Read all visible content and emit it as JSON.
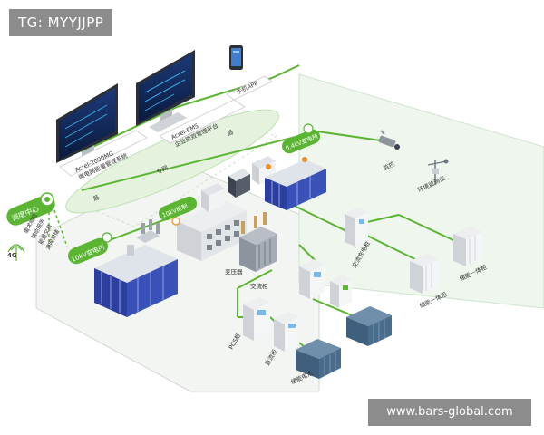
{
  "watermark": {
    "top": "TG: MYYJJPP",
    "bottom": "www.bars-global.com"
  },
  "colors": {
    "green": "#5bb532",
    "navy": "#2d3f9e",
    "gray": "#d8dadc",
    "container": "#4a6d8c"
  },
  "nodes": {
    "acrel_2000mg": {
      "line1": "Acrel-2000MG",
      "line2": "微电网能量管理系统"
    },
    "acrel_ems": {
      "line1": "Acrel-EMS",
      "line2": "企业能效管理平台"
    },
    "mobile_app": "手机APP",
    "dispatch_center": "调度中心",
    "dispatch_items": [
      "需求响应",
      "辅助服务",
      "能量交易",
      "源网荷储"
    ],
    "signal_4g": "4G",
    "net_left": "局",
    "net_mid": "专网",
    "net_right": "局",
    "hv_10kv_sub": "10kV变电所",
    "hv_04kv_sub": "0.4kV变电所",
    "hv_10kv_cab": "10kV柜制",
    "transformer": "变压器",
    "ac_cabinet": "交流柜",
    "pcs": "PCS柜",
    "dc_cabinet": "直流柜",
    "storage": "储能电池",
    "ac_charger": "交流充电桩",
    "storage_unit_1": "储能一体柜",
    "storage_unit_2": "储能一体柜",
    "monitor": "监控",
    "env_monitor": "环境监测仪"
  }
}
